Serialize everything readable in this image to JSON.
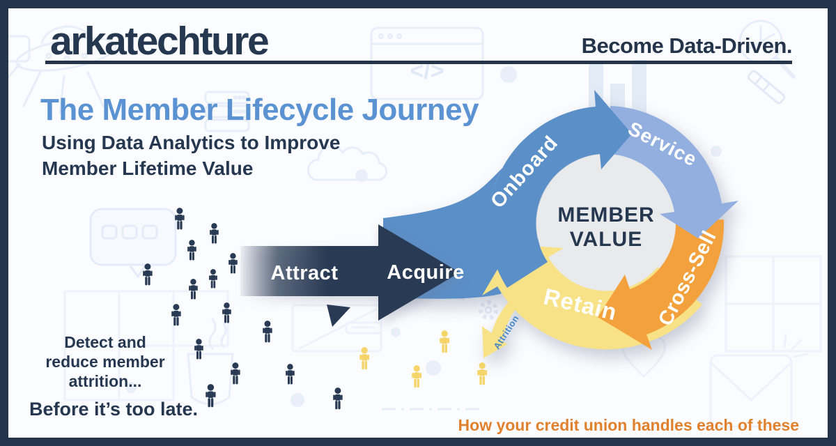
{
  "brand": {
    "logo_text": "arkatechture",
    "tagline": "Become Data-Driven."
  },
  "header": {
    "title": "The Member Lifecycle Journey",
    "subtitle_line1": "Using Data Analytics to Improve",
    "subtitle_line2": "Member Lifetime Value"
  },
  "journey": {
    "attract_label": "Attract",
    "acquire_label": "Acquire",
    "center_line1": "MEMBER",
    "center_line2": "VALUE",
    "attrition_label": "Attrition",
    "stages": [
      {
        "label": "Onboard",
        "color": "#5b8fc8"
      },
      {
        "label": "Service",
        "color": "#93afdf"
      },
      {
        "label": "Cross-Sell",
        "color": "#f2a13c"
      },
      {
        "label": "Retain",
        "color": "#f8e287",
        "text_color": "#3c7dc5"
      }
    ]
  },
  "callout": {
    "line1": "Detect and",
    "line2": "reduce member",
    "line3": "attrition...",
    "warning": "Before it’s too late.",
    "footer": "How your credit union handles each of these"
  },
  "colors": {
    "navy": "#263750",
    "title_blue": "#5b92d2",
    "border": "#24344a",
    "background": "#fbfcff",
    "center_gray": "#e9eaec",
    "footer_orange": "#e0812d",
    "people_dark": "#293a54",
    "people_yellow": "#f5d469"
  },
  "doodles": {
    "code_glyph": "</>"
  }
}
